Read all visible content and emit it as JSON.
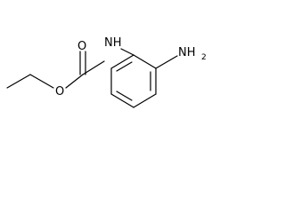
{
  "molecule": {
    "atoms": {
      "carbonyl_oxygen": "O",
      "ester_oxygen": "O",
      "nh": "NH",
      "amine_n": "NH",
      "amine_subscript": "2"
    },
    "colors": {
      "bond": "#000000",
      "label": "#000000",
      "background": "#ffffff"
    }
  }
}
